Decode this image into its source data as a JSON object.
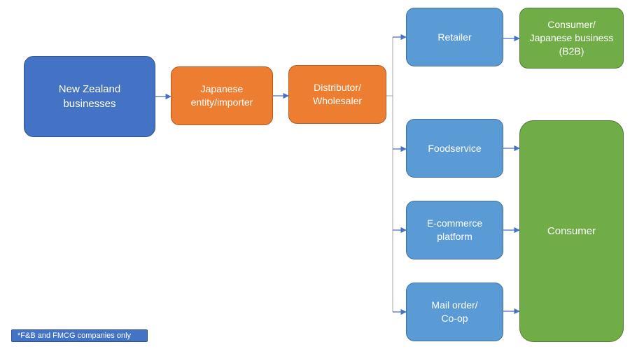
{
  "diagram": {
    "nodes": {
      "nz_businesses": "New Zealand\nbusinesses",
      "japanese_importer": "Japanese\nentity/importer",
      "distributor": "Distributor/\nWholesaler",
      "retailer": "Retailer",
      "consumer_b2b": "Consumer/\nJapanese business\n(B2B)",
      "foodservice": "Foodservice",
      "ecommerce": "E-commerce\nplatform",
      "mail_order": "Mail order/\nCo-op",
      "consumer": "Consumer"
    },
    "footnote": "*F&B and FMCG companies only",
    "colors": {
      "dark_blue": "#4472c4",
      "orange": "#ed7d31",
      "light_blue": "#5b9bd5",
      "green": "#70ad47",
      "connector": "#4472c4"
    }
  }
}
